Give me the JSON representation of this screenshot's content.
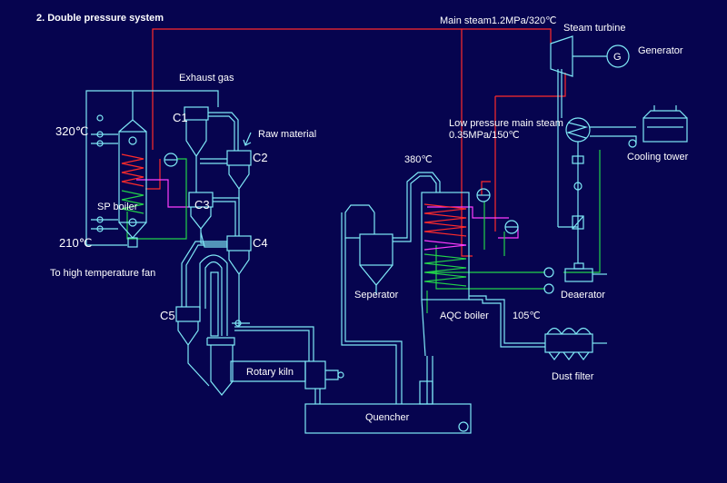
{
  "title": "2. Double pressure system",
  "labels": {
    "main_steam": "Main steam1.2MPa/320℃",
    "steam_turbine": "Steam turbine",
    "generator": "Generator",
    "generator_symbol": "G",
    "exhaust_gas": "Exhaust gas",
    "raw_material": "Raw material",
    "c1": "C1",
    "c2": "C2",
    "c3": "C3",
    "c4": "C4",
    "c5": "C5",
    "temp_320": "320℃",
    "temp_210": "210℃",
    "sp_boiler": "SP boiler",
    "to_fan": "To high temperature fan",
    "low_pressure_line1": "Low pressure main steam",
    "low_pressure_line2": "0.35MPa/150℃",
    "temp_380": "380℃",
    "cooling_tower": "Cooling tower",
    "seperator": "Seperator",
    "aqc_boiler": "AQC boiler",
    "temp_105": "105℃",
    "deaerator": "Deaerator",
    "dust_filter": "Dust filter",
    "rotary_kiln": "Rotary kiln",
    "quencher": "Quencher"
  },
  "colors": {
    "background": "#06044f",
    "equipment": "#7fe9f7",
    "main_steam_line": "#ff2b2b",
    "water_line": "#22d24a",
    "low_pressure_line": "#ff3cff"
  }
}
